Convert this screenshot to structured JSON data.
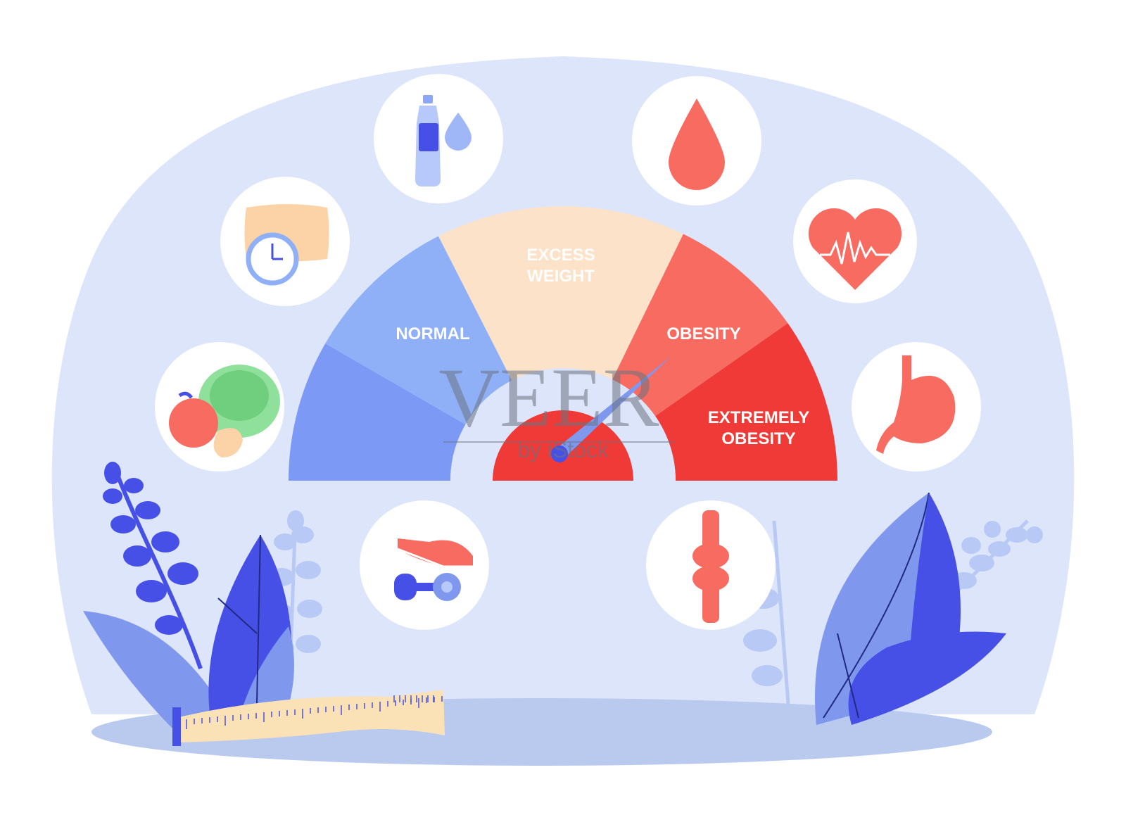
{
  "gauge": {
    "segments": [
      {
        "label_lines": [
          "NORMAL"
        ]
      },
      {
        "label_lines": [
          "EXCESS",
          "WEIGHT"
        ]
      },
      {
        "label_lines": [
          "OBESITY"
        ]
      },
      {
        "label_lines": [
          "EXTREMELY",
          "OBESITY"
        ]
      }
    ],
    "needle_category": "OBESITY"
  },
  "icons": [
    {
      "name": "water-bottle-icon"
    },
    {
      "name": "blood-drop-icon"
    },
    {
      "name": "pillow-clock-icon"
    },
    {
      "name": "heart-pulse-icon"
    },
    {
      "name": "healthy-food-icon"
    },
    {
      "name": "stomach-icon"
    },
    {
      "name": "sneaker-dumbbell-icon"
    },
    {
      "name": "joint-bone-icon"
    }
  ],
  "watermark": {
    "main": "VEER",
    "sub": "by iStock"
  },
  "colors": {
    "background_blob": "#dde5fb",
    "normal": "#7c9af5",
    "normal_light": "#8fb0f7",
    "excess": "#fce2c8",
    "obesity": "#f76b60",
    "extreme": "#ef3a37",
    "leaf_dark": "#4650e6",
    "leaf_light": "#7f98ee"
  }
}
